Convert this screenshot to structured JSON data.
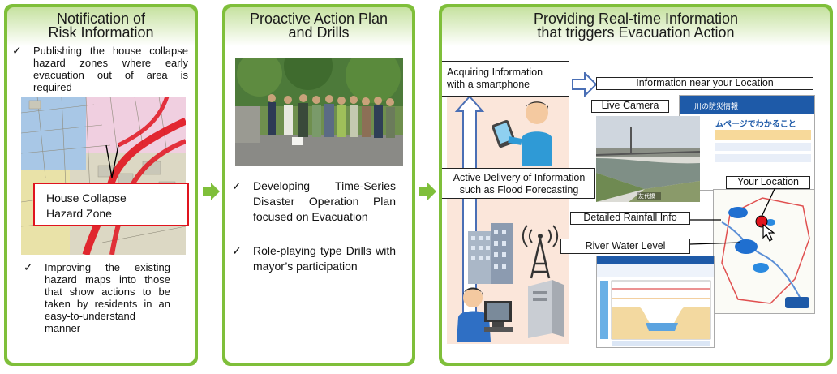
{
  "panels": [
    {
      "title": "Notification of\nRisk Information"
    },
    {
      "title": "Proactive Action Plan\nand Drills"
    },
    {
      "title": "Providing Real-time Information\nthat triggers Evacuation Action"
    }
  ],
  "panel1": {
    "bullet1": "Publishing the house collapse hazard zones where early evacuation out of area is required",
    "map_label": "House Collapse\nHazard Zone",
    "bullet2": "Improving the existing hazard maps into those that show actions to be taken by residents in an easy-to-understand manner"
  },
  "panel2": {
    "bullet1": "Developing Time-Series Disaster Operation Plan focused on Evacuation",
    "bullet2": "Role-playing type Drills with mayor’s participation"
  },
  "panel3": {
    "smartphone": "Acquiring Information\nwith a smartphone",
    "near_location": "Information near your Location",
    "live_camera": "Live Camera",
    "active_delivery": "Active Delivery of Information\nsuch as Flood Forecasting",
    "your_location": "Your Location",
    "rainfall": "Detailed Rainfall Info",
    "river_level": "River Water Level",
    "camera_caption": "友代橋",
    "site_header": "川の防災情報",
    "site_section": "ムページでわかること"
  },
  "colors": {
    "panel_border": "#7fbf3a",
    "arrow": "#7fbf3a",
    "hazard_red": "#e0141e",
    "blue_arrow": "#4a6fb5"
  }
}
